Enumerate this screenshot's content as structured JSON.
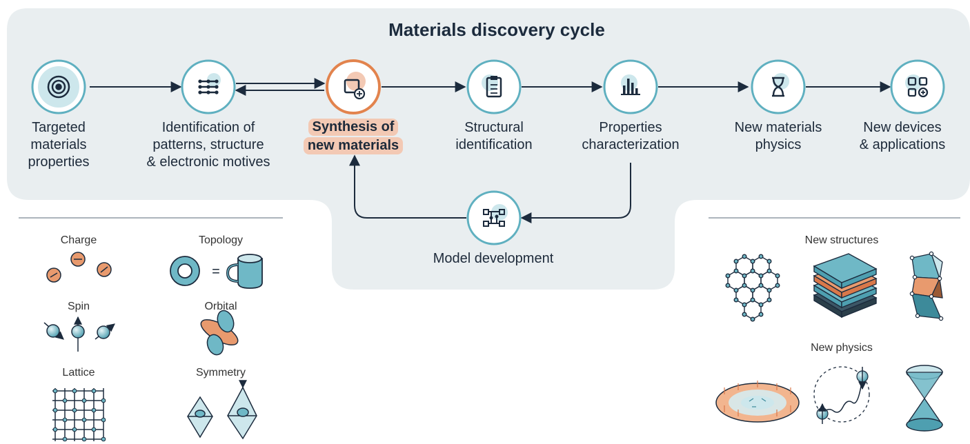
{
  "title": "Materials discovery cycle",
  "stages": [
    {
      "id": "targeted",
      "lines": [
        "Targeted",
        "materials",
        "properties"
      ],
      "icon": "target-icon"
    },
    {
      "id": "identification",
      "lines": [
        "Identification of",
        "patterns, structure",
        "& electronic motives"
      ],
      "icon": "network-icon"
    },
    {
      "id": "synthesis",
      "lines": [
        "Synthesis of",
        "new materials"
      ],
      "icon": "synthesis-icon",
      "highlighted": true
    },
    {
      "id": "structural",
      "lines": [
        "Structural",
        "identification"
      ],
      "icon": "clipboard-icon"
    },
    {
      "id": "properties",
      "lines": [
        "Properties",
        "characterization"
      ],
      "icon": "bar-chart-icon"
    },
    {
      "id": "physics",
      "lines": [
        "New materials",
        "physics"
      ],
      "icon": "hourglass-icon"
    },
    {
      "id": "devices",
      "lines": [
        "New devices",
        "& applications"
      ],
      "icon": "apps-icon"
    }
  ],
  "model": {
    "label": "Model development",
    "icon": "flowchart-icon"
  },
  "left_panel": {
    "charge": "Charge",
    "topology": "Topology",
    "spin": "Spin",
    "orbital": "Orbital",
    "lattice": "Lattice",
    "symmetry": "Symmetry",
    "equals": "="
  },
  "right_panel": {
    "new_structures": "New structures",
    "new_physics": "New physics"
  },
  "colors": {
    "panel": "#e9eef0",
    "teal": "#5fb0c0",
    "teal_light": "#cde7ec",
    "orange": "#e2834d",
    "orange_light": "#f3c9b4",
    "navy": "#1c2b3d"
  }
}
